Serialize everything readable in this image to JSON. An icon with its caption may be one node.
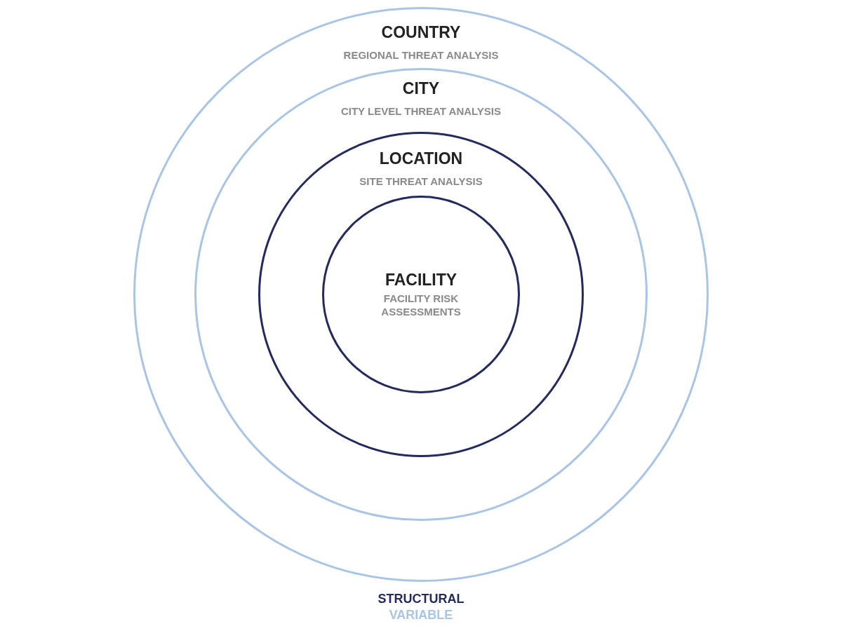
{
  "diagram": {
    "nodes": [
      {
        "text": [
          "COUNTRY",
          "REGIONAL THREAT ANALYSIS"
        ]
      },
      {
        "text": [
          "CITY",
          "CITY LEVEL THREAT ANALYSIS"
        ],
        "in": 0
      },
      {
        "text": [
          "LOCATION",
          "SITE THREAT ANALYSIS"
        ],
        "in": 1
      },
      {
        "text": [
          "FACILITY",
          "FACILITY RISK ASSESSMENTS"
        ],
        "in": 2
      }
    ],
    "legend": [
      {
        "text": "STRUCTURAL",
        "color": "#232a5e"
      },
      {
        "text": "VARIABLE",
        "color": "#a9c5e6"
      }
    ]
  }
}
